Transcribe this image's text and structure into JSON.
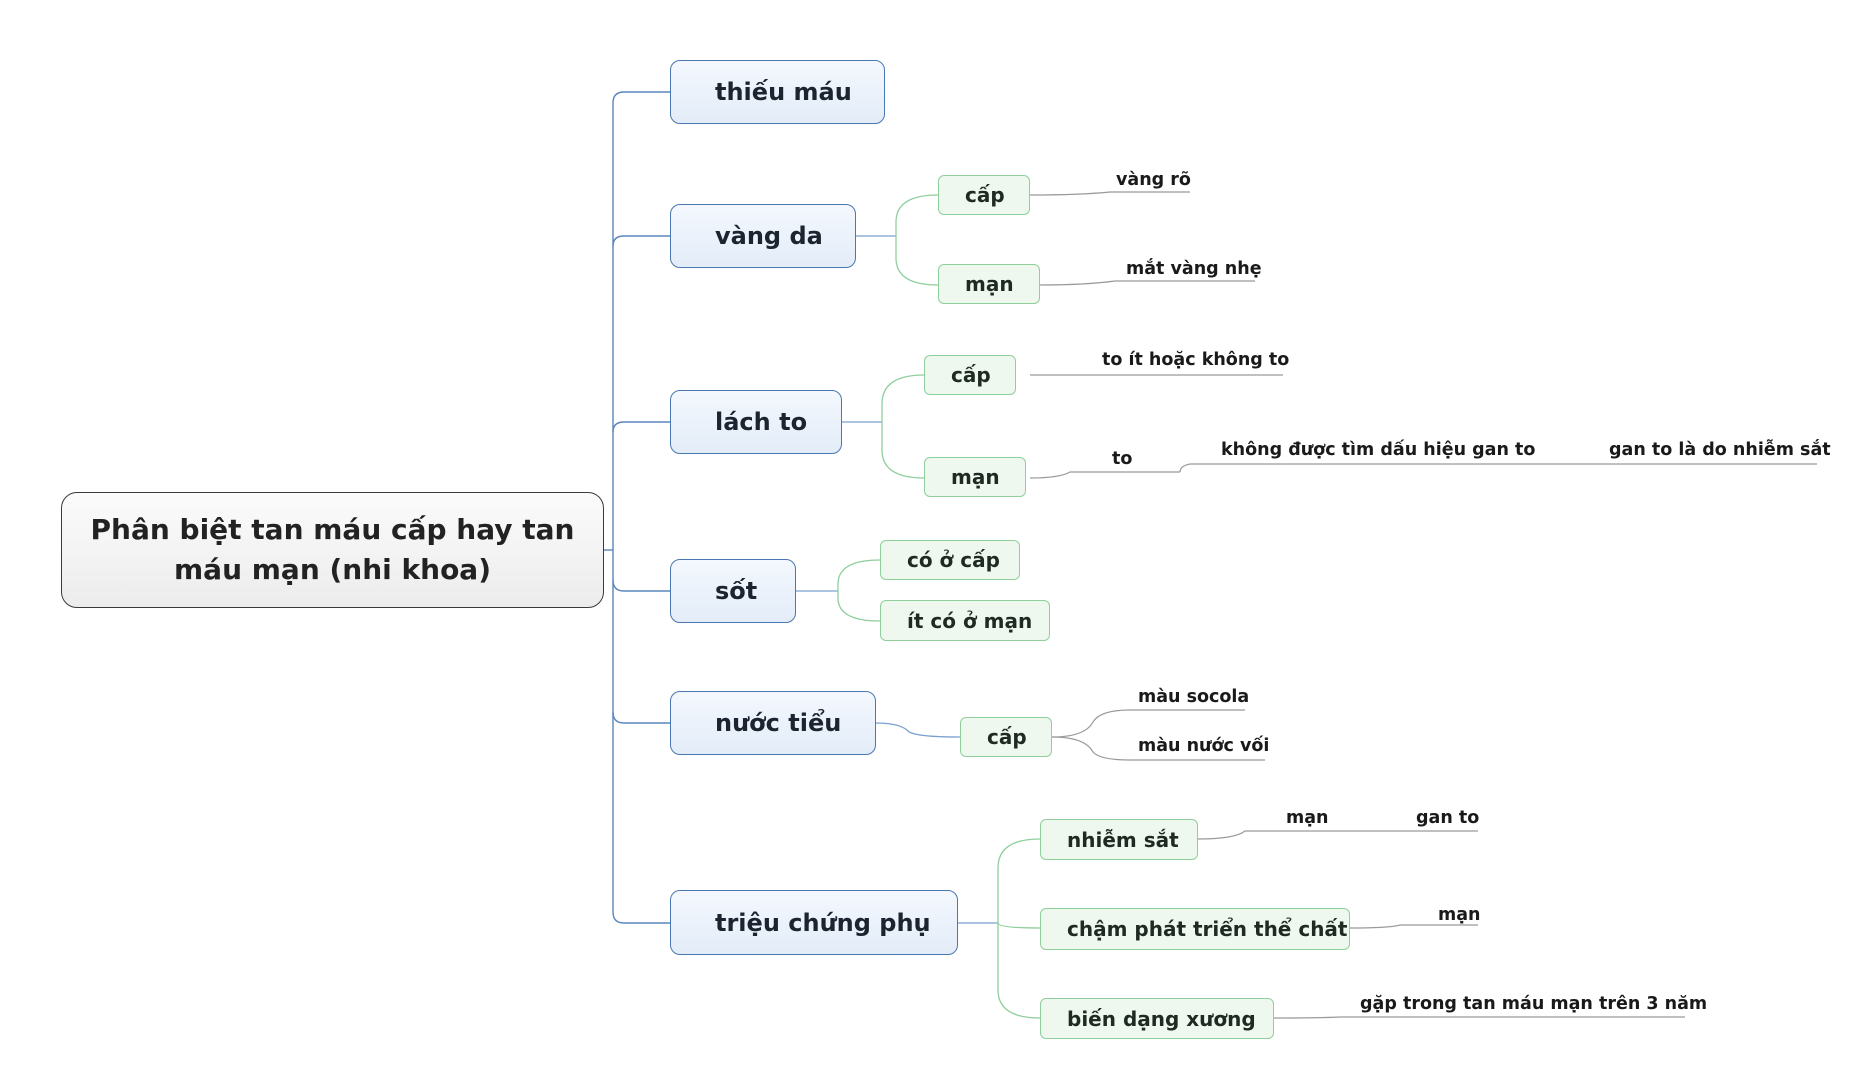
{
  "root": "Phân biệt tan máu cấp hay tan máu mạn (nhi khoa)",
  "branches": {
    "thieu_mau": "thiếu máu",
    "vang_da": {
      "label": "vàng da",
      "cap": "cấp",
      "cap_detail": "vàng rõ",
      "man": "mạn",
      "man_detail": "mắt vàng nhẹ"
    },
    "lach_to": {
      "label": "lách to",
      "cap": "cấp",
      "cap_detail": "to ít hoặc không to",
      "man": "mạn",
      "man_detail": "to",
      "man_detail_2": "không được tìm dấu hiệu gan to",
      "man_detail_3": "gan to là do nhiễm sắt"
    },
    "sot": {
      "label": "sốt",
      "item_1": "có ở cấp",
      "item_2": "ít có ở mạn"
    },
    "nuoc_tieu": {
      "label": "nước tiểu",
      "cap": "cấp",
      "detail_1": "màu socola",
      "detail_2": "màu nước vối"
    },
    "trieu_chung_phu": {
      "label": "triệu chứng phụ",
      "nhiem_sat": "nhiễm sắt",
      "nhiem_sat_detail": "mạn",
      "nhiem_sat_detail_2": "gan to",
      "cham_phat_trien": "chậm phát triển thể chất",
      "cham_phat_trien_detail": "mạn",
      "bien_dang_xuong": "biến dạng xương",
      "bien_dang_xuong_detail": "gặp trong tan máu mạn trên 3 năm"
    }
  },
  "colors": {
    "main_line": "#4a78b0",
    "sub_line": "#8fcf9b",
    "leaf_line": "#9a9a9a"
  }
}
